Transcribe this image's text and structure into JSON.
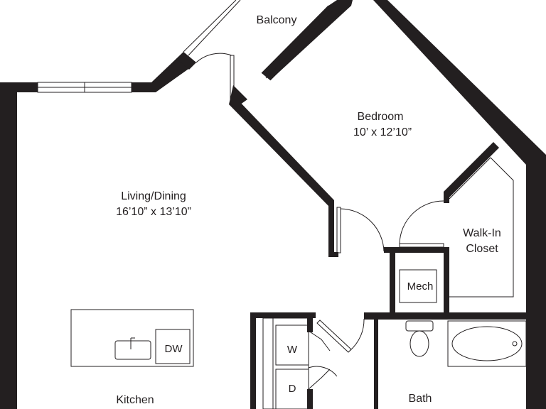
{
  "rooms": {
    "balcony": {
      "name": "Balcony"
    },
    "bedroom": {
      "name": "Bedroom",
      "size": "10’ x 12’10”"
    },
    "living": {
      "name": "Living/Dining",
      "size": "16’10” x 13’10”"
    },
    "closet": {
      "line1": "Walk-In",
      "line2": "Closet"
    },
    "mech": {
      "name": "Mech"
    },
    "kitchen": {
      "name": "Kitchen"
    },
    "bath": {
      "name": "Bath"
    }
  },
  "fixtures": {
    "dishwasher": "DW",
    "washer": "W",
    "dryer": "D"
  },
  "colors": {
    "wall": "#231f20",
    "background": "#ffffff"
  }
}
